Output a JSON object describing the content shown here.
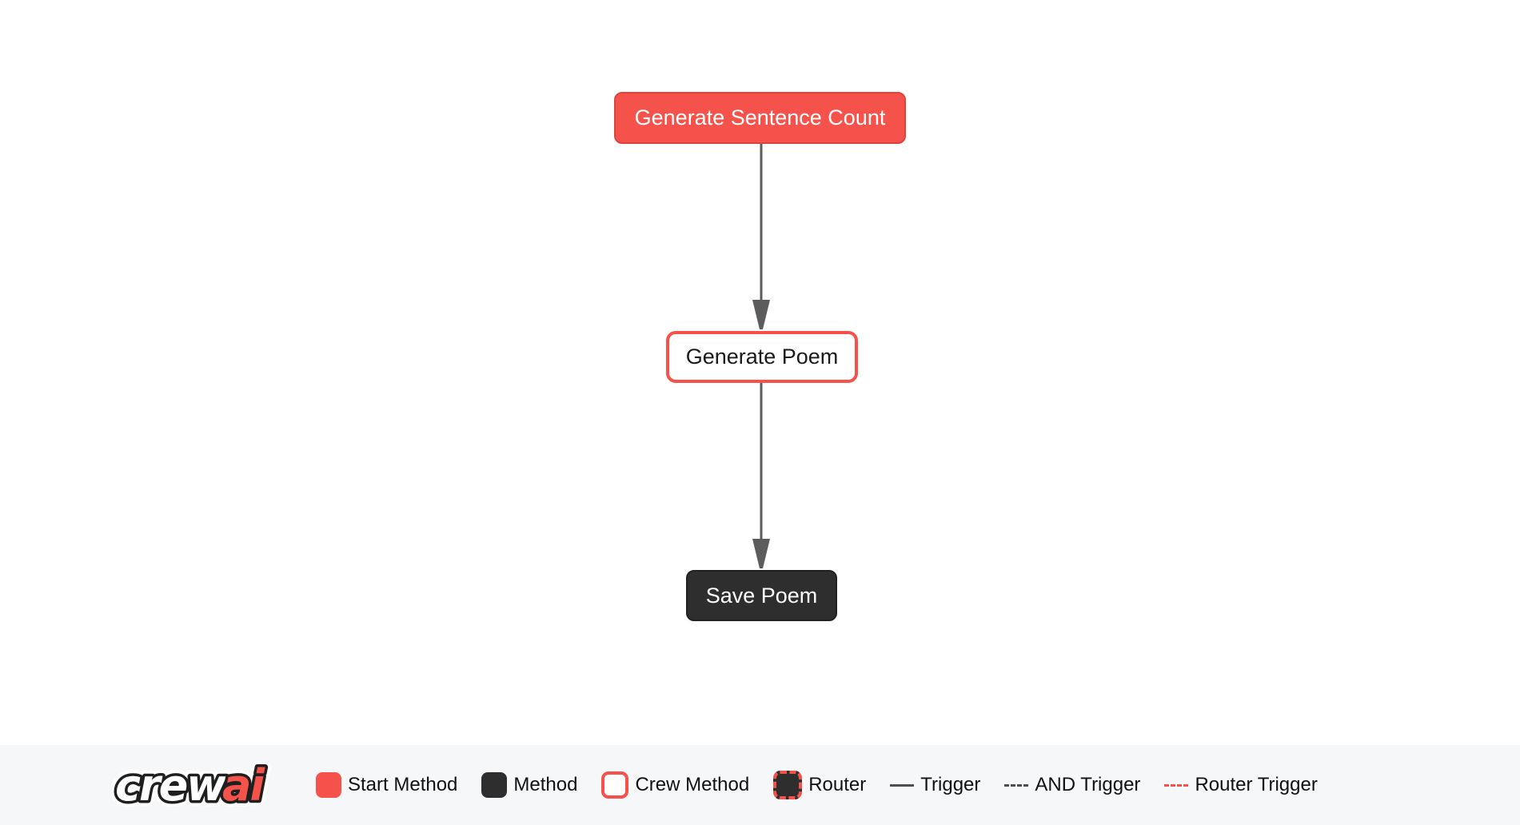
{
  "diagram": {
    "nodes": [
      {
        "label": "Generate Sentence Count",
        "type": "start-method"
      },
      {
        "label": "Generate Poem",
        "type": "crew-method"
      },
      {
        "label": "Save Poem",
        "type": "method"
      }
    ],
    "edges": [
      {
        "from": "Generate Sentence Count",
        "to": "Generate Poem",
        "type": "trigger"
      },
      {
        "from": "Generate Poem",
        "to": "Save Poem",
        "type": "trigger"
      }
    ]
  },
  "legend": {
    "logo": {
      "crew": "crew",
      "ai": "ai"
    },
    "items": [
      {
        "label": "Start Method",
        "swatch": "start-method-swatch"
      },
      {
        "label": "Method",
        "swatch": "method-swatch"
      },
      {
        "label": "Crew Method",
        "swatch": "crew-method-swatch"
      },
      {
        "label": "Router",
        "swatch": "router-swatch"
      },
      {
        "label": "Trigger",
        "swatch": "trigger-line"
      },
      {
        "label": "AND Trigger",
        "swatch": "and-trigger-line"
      },
      {
        "label": "Router Trigger",
        "swatch": "router-trigger-line"
      }
    ]
  },
  "colors": {
    "accent_red": "#f4524a",
    "accent_red_border": "#e04138",
    "node_dark": "#2e2e2e",
    "edge_gray": "#5c5c5c",
    "legend_background": "#f6f7f8",
    "canvas_background": "#ffffff"
  }
}
